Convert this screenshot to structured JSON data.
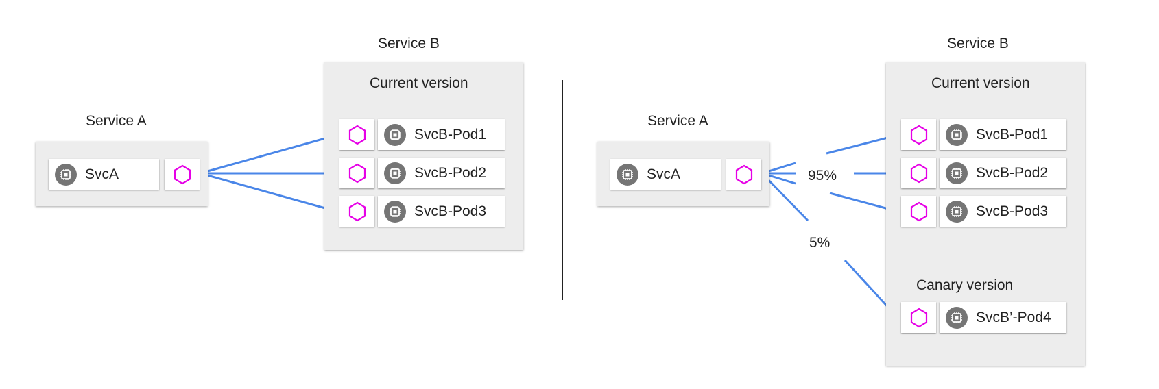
{
  "left": {
    "service_a": {
      "title": "Service A",
      "pod_label": "SvcA"
    },
    "service_b": {
      "title": "Service B",
      "current_title": "Current version",
      "pods": [
        "SvcB-Pod1",
        "SvcB-Pod2",
        "SvcB-Pod3"
      ]
    }
  },
  "right": {
    "service_a": {
      "title": "Service A",
      "pod_label": "SvcA"
    },
    "service_b": {
      "title": "Service B",
      "current_title": "Current version",
      "pods": [
        "SvcB-Pod1",
        "SvcB-Pod2",
        "SvcB-Pod3"
      ],
      "canary_title": "Canary  version",
      "canary_pod": "SvcB’-Pod4"
    },
    "traffic": {
      "current_pct": "95%",
      "canary_pct": "5%"
    }
  },
  "icons": {
    "proxy": "hexagon-icon",
    "pod": "chip-icon"
  },
  "colors": {
    "arrow": "#4a86e8",
    "proxy": "#e600e6",
    "chip": "#757575",
    "group_bg": "#ededed"
  }
}
